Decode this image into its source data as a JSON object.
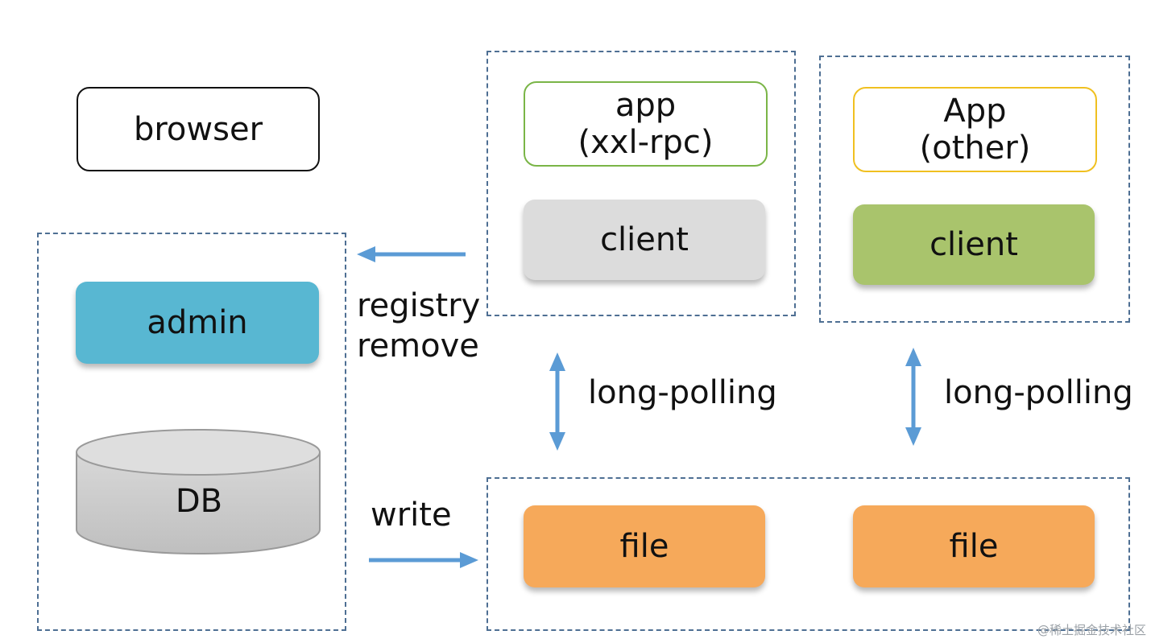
{
  "nodes": {
    "browser": "browser",
    "admin": "admin",
    "db": "DB",
    "app_xxl_line1": "app",
    "app_xxl_line2": "(xxl-rpc)",
    "app_other_line1": "App",
    "app_other_line2": "(other)",
    "client_xxl": "client",
    "client_other": "client",
    "file_1": "file",
    "file_2": "file"
  },
  "edges": {
    "registry_line1": "registry",
    "registry_line2": "remove",
    "write": "write",
    "long_polling_1": "long-polling",
    "long_polling_2": "long-polling"
  },
  "watermark": "@稀土掘金技术社区",
  "colors": {
    "dashed_border": "#4e6f93",
    "arrow": "#5b9bd5",
    "admin_fill": "#58b7d2",
    "client_xxl_fill": "#dcdcdc",
    "client_other_fill": "#a9c46c",
    "file_fill": "#f6a95a",
    "db_fill": "#cfcfcf",
    "app_xxl_border": "#7ab547",
    "app_other_border": "#f0c020"
  }
}
